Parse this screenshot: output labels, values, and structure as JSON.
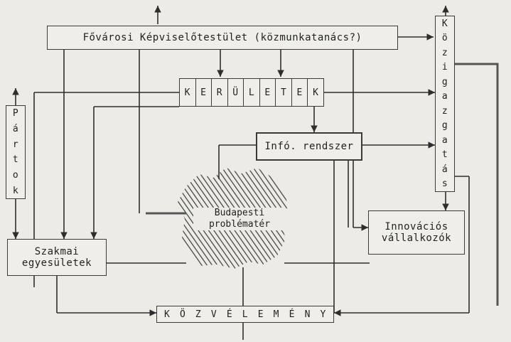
{
  "nodes": {
    "fovarosi": "Fővárosi Képviselőtestület (közmunkatanács?)",
    "kozigazgatas": "Közigazgatás",
    "keruletek": "KERÜLETEK",
    "partok": "Pártok",
    "info": "Infó. rendszer",
    "problemater_line1": "Budapesti",
    "problemater_line2": "problématér",
    "innovacios_line1": "Innovációs",
    "innovacios_line2": "vállalkozók",
    "szakmai_line1": "Szakmai",
    "szakmai_line2": "egyesületek",
    "kozvelemeny": "KÖZVÉLEMÉNY"
  },
  "colors": {
    "line": "#2e2e2e",
    "paper": "#ecebe6",
    "hatch": "#3a3a3a"
  }
}
